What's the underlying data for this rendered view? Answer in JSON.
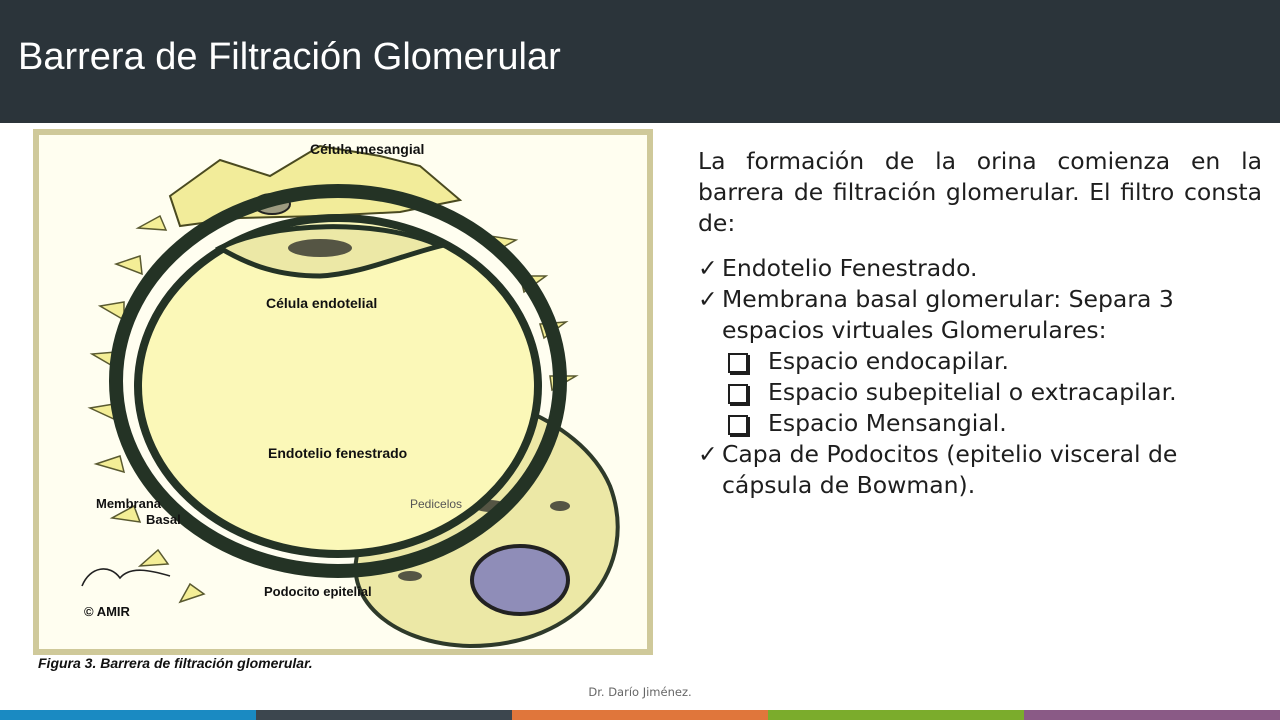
{
  "slide": {
    "title": "Barrera de Filtración Glomerular",
    "footer": "Dr. Darío Jiménez."
  },
  "figure": {
    "labels": {
      "mesangial": "Célula mesangial",
      "endothelial": "Célula endotelial",
      "fenestrated": "Endotelio fenestrado",
      "membrane_1": "Membrana",
      "membrane_2": "Basal",
      "pedicels": "Pedicelos",
      "podocyte": "Podocito epitelial",
      "copyright": "© AMIR",
      "caption": "Figura 3. Barrera de filtración glomerular."
    },
    "colors": {
      "frame": "#cfc99a",
      "capillary": "#fbf8b8",
      "membrane": "#243325",
      "cell": "#ece8a6",
      "nucleus": "#8f8db8"
    }
  },
  "content": {
    "intro": "La formación de la orina comienza en la barrera de filtración glomerular. El filtro consta de:",
    "items": [
      {
        "text": "Endotelio Fenestrado."
      },
      {
        "text": "Membrana basal glomerular: Separa 3 espacios virtuales Glomerulares:"
      },
      {
        "text": "Capa de Podocitos (epitelio visceral de cápsula de Bowman)."
      }
    ],
    "subitems": [
      {
        "text": "Espacio endocapilar."
      },
      {
        "text": "Espacio subepitelial o extracapilar."
      },
      {
        "text": "Espacio Mensangial."
      }
    ],
    "check_icon": "check-icon",
    "box_icon": "square-bullet-icon"
  },
  "theme": {
    "header_bg": "#2b343a",
    "stripes": [
      "#1a8ac2",
      "#3c464e",
      "#e0763b",
      "#7bac2c",
      "#8a5a86"
    ]
  }
}
